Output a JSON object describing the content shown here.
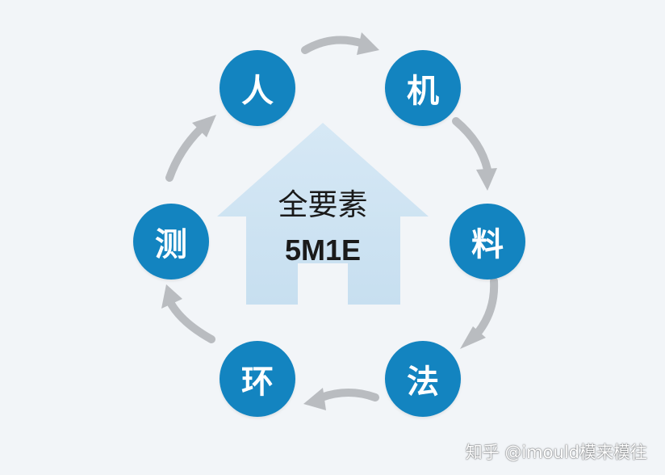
{
  "center": {
    "title": "全要素",
    "subtitle": "5M1E"
  },
  "nodes": [
    {
      "id": "ren",
      "label": "人"
    },
    {
      "id": "ji",
      "label": "机"
    },
    {
      "id": "liao",
      "label": "料"
    },
    {
      "id": "fa",
      "label": "法"
    },
    {
      "id": "huan",
      "label": "环"
    },
    {
      "id": "ce",
      "label": "测"
    }
  ],
  "watermark": "知乎 @imould模来模往",
  "colors": {
    "background": "#f2f5f8",
    "node_fill": "#1384c0",
    "node_text": "#ffffff",
    "house_fill": "#cfe3f2",
    "arrow": "#b9bcc0",
    "center_text": "#1a1a1a"
  }
}
